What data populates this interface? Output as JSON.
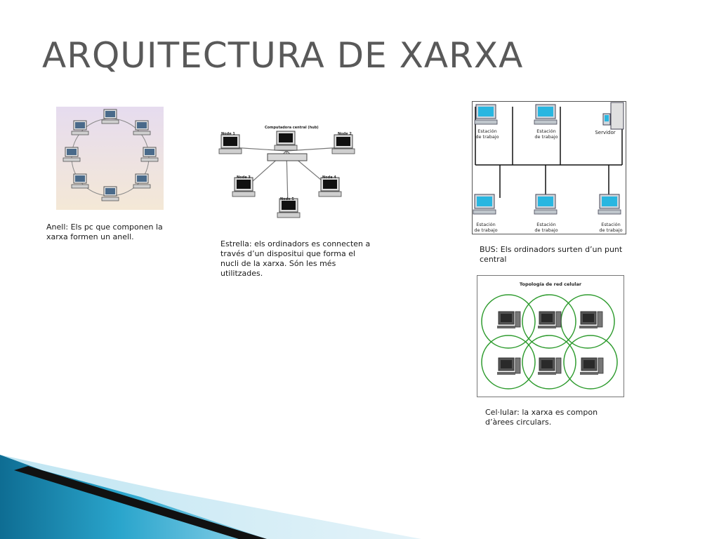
{
  "slide": {
    "title": "ARQUITECTURA DE XARXA"
  },
  "ring": {
    "caption": "Anell: Els pc que componen la xarxa formen un anell."
  },
  "star": {
    "caption": "Estrella: els ordinadors es connecten a través d’un dispositui que forma el nucli de la xarxa. Són les més utilitzades.",
    "center_label": "Computadora central (hub)",
    "node_labels": [
      "Node 1",
      "Node 2",
      "Node 3",
      "Node 4",
      "Node 5"
    ]
  },
  "bus": {
    "caption": "BUS: Els ordinadors surten d’un punt central",
    "station_line1": "Estación",
    "station_line2": "de trabajo",
    "server_label": "Servidor"
  },
  "cellular": {
    "caption": "Cel·lular: la xarxa es compon d’àrees circulars.",
    "diagram_title": "Topología de red celular"
  },
  "colors": {
    "title": "#595959",
    "decoration_teal": "#1f8fb5",
    "decoration_black": "#111111",
    "cell_circle": "#2e9b2e"
  }
}
